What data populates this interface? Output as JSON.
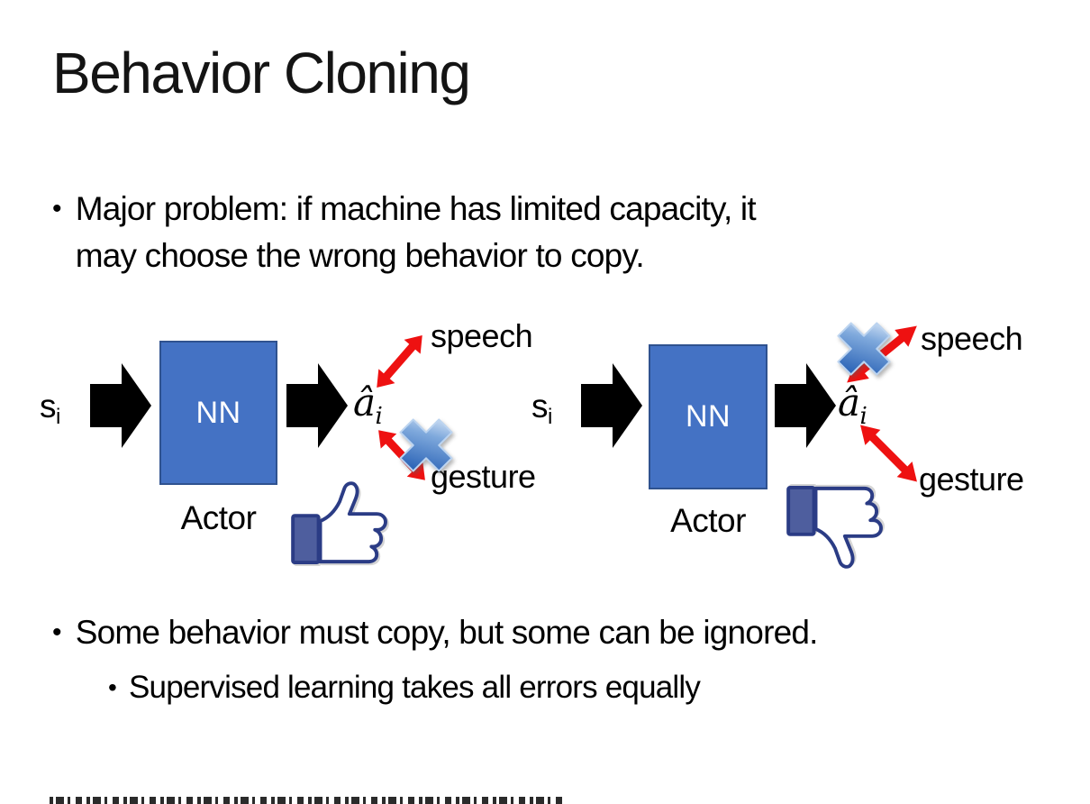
{
  "slide": {
    "title": "Behavior Cloning",
    "bullet1_marker": "•",
    "bullet1_lines": [
      "Major problem: if machine has limited capacity, it",
      "may choose the wrong behavior to copy."
    ],
    "bullet2_marker": "•",
    "bullet2": "Some behavior must copy, but some can be ignored.",
    "sub_bullet_marker": "•",
    "sub_bullet": "Supervised learning takes all errors equally",
    "diagrams": {
      "left": {
        "input": {
          "base": "s",
          "sub": "i"
        },
        "nn": "NN",
        "output": {
          "base": "â",
          "sub": "i"
        },
        "speech": "speech",
        "gesture": "gesture",
        "actor": "Actor",
        "crossed_action": "gesture",
        "feedback_icon": "thumbs-up"
      },
      "right": {
        "input": {
          "base": "s",
          "sub": "i"
        },
        "nn": "NN",
        "output": {
          "base": "â",
          "sub": "i"
        },
        "speech": "speech",
        "gesture": "gesture",
        "actor": "Actor",
        "crossed_action": "speech",
        "feedback_icon": "thumbs-down"
      }
    },
    "colors": {
      "nn_box_fill": "#4472C4",
      "nn_box_border": "#2F528F",
      "arrow_black": "#000000",
      "arrow_red": "#EE1111",
      "cross_blue_dark": "#2E66B8",
      "thumb_outline": "#2B3C85",
      "thumb_cuff": "#4E5E9E",
      "text_color": "#000000"
    }
  }
}
